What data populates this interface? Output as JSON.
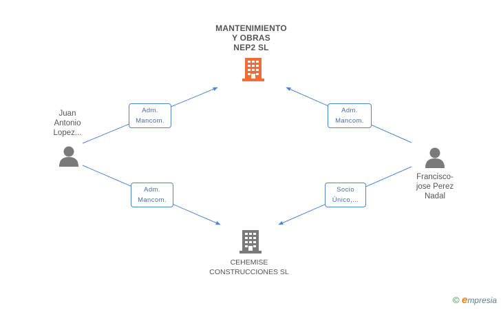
{
  "companies": {
    "top": {
      "name_lines": [
        "MANTENIMIENTO",
        "Y OBRAS",
        "NEP2  SL"
      ],
      "icon": "building-icon",
      "color": "#f26b38"
    },
    "bottom": {
      "name_lines": [
        "CEHEMISE",
        "CONSTRUCCIONES SL"
      ],
      "icon": "building-icon",
      "color": "#7a7a7a"
    }
  },
  "persons": {
    "left": {
      "name_lines": [
        "Juan",
        "Antonio",
        "Lopez..."
      ],
      "icon": "person-icon"
    },
    "right": {
      "name_lines": [
        "Francisco-",
        "jose Perez",
        "Nadal"
      ],
      "icon": "person-icon"
    }
  },
  "edges": {
    "left_top": {
      "lines": [
        "Adm.",
        "Mancom."
      ]
    },
    "left_bottom": {
      "lines": [
        "Adm.",
        "Mancom."
      ]
    },
    "right_top": {
      "lines": [
        "Adm.",
        "Mancom."
      ]
    },
    "right_bottom": {
      "lines": [
        "Socio",
        "Único,..."
      ]
    }
  },
  "colors": {
    "edge": "#4a86d4",
    "person": "#7a7a7a",
    "text": "#555555"
  },
  "brand": {
    "copyright": "©",
    "e": "e",
    "rest": "mpresia"
  }
}
